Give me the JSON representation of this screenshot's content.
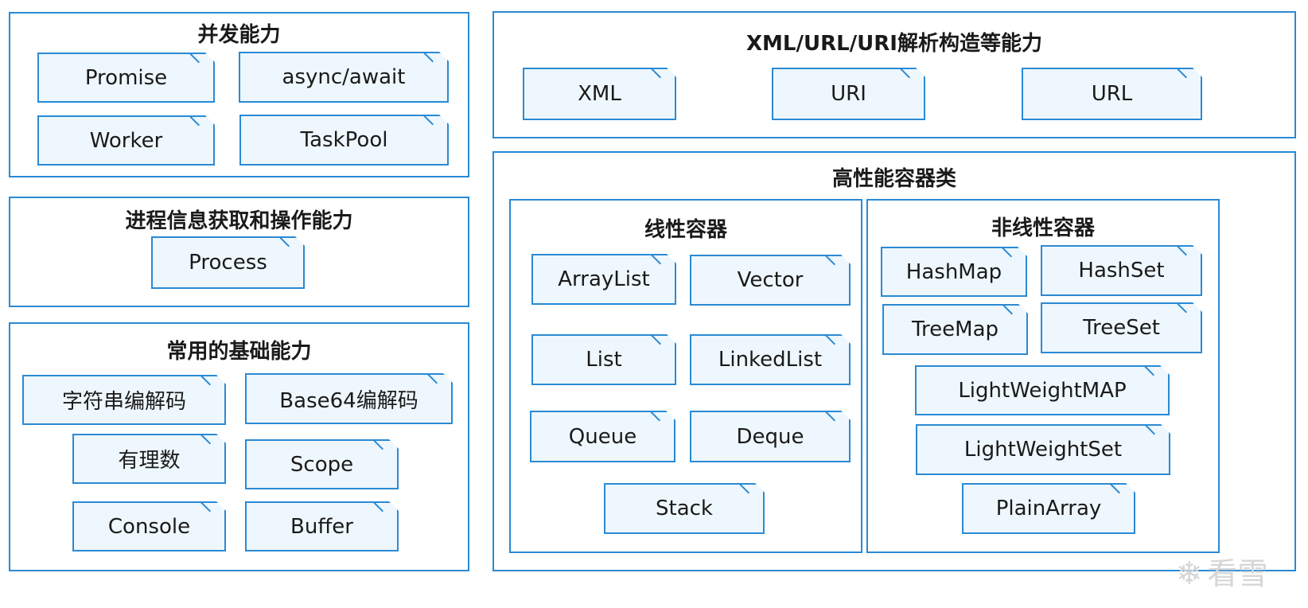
{
  "concurrency": {
    "title": "并发能力",
    "items": [
      "Promise",
      "async/await",
      "Worker",
      "TaskPool"
    ]
  },
  "process": {
    "title": "进程信息获取和操作能力",
    "items": [
      "Process"
    ]
  },
  "common": {
    "title": "常用的基础能力",
    "items": [
      "字符串编解码",
      "Base64编解码",
      "有理数",
      "Scope",
      "Console",
      "Buffer"
    ]
  },
  "xml_url": {
    "title": "XML/URL/URI解析构造等能力",
    "items": [
      "XML",
      "URI",
      "URL"
    ]
  },
  "containers": {
    "title": "高性能容器类",
    "linear": {
      "title": "线性容器",
      "items": [
        "ArrayList",
        "Vector",
        "List",
        "LinkedList",
        "Queue",
        "Deque",
        "Stack"
      ]
    },
    "nonlinear": {
      "title": "非线性容器",
      "items": [
        "HashMap",
        "HashSet",
        "TreeMap",
        "TreeSet",
        "LightWeightMAP",
        "LightWeightSet",
        "PlainArray"
      ]
    }
  },
  "watermark": {
    "text": "看雪",
    "icon": "snowflake-icon"
  },
  "colors": {
    "border": "#2a8ad4",
    "box_fill": "#eef7fd"
  }
}
